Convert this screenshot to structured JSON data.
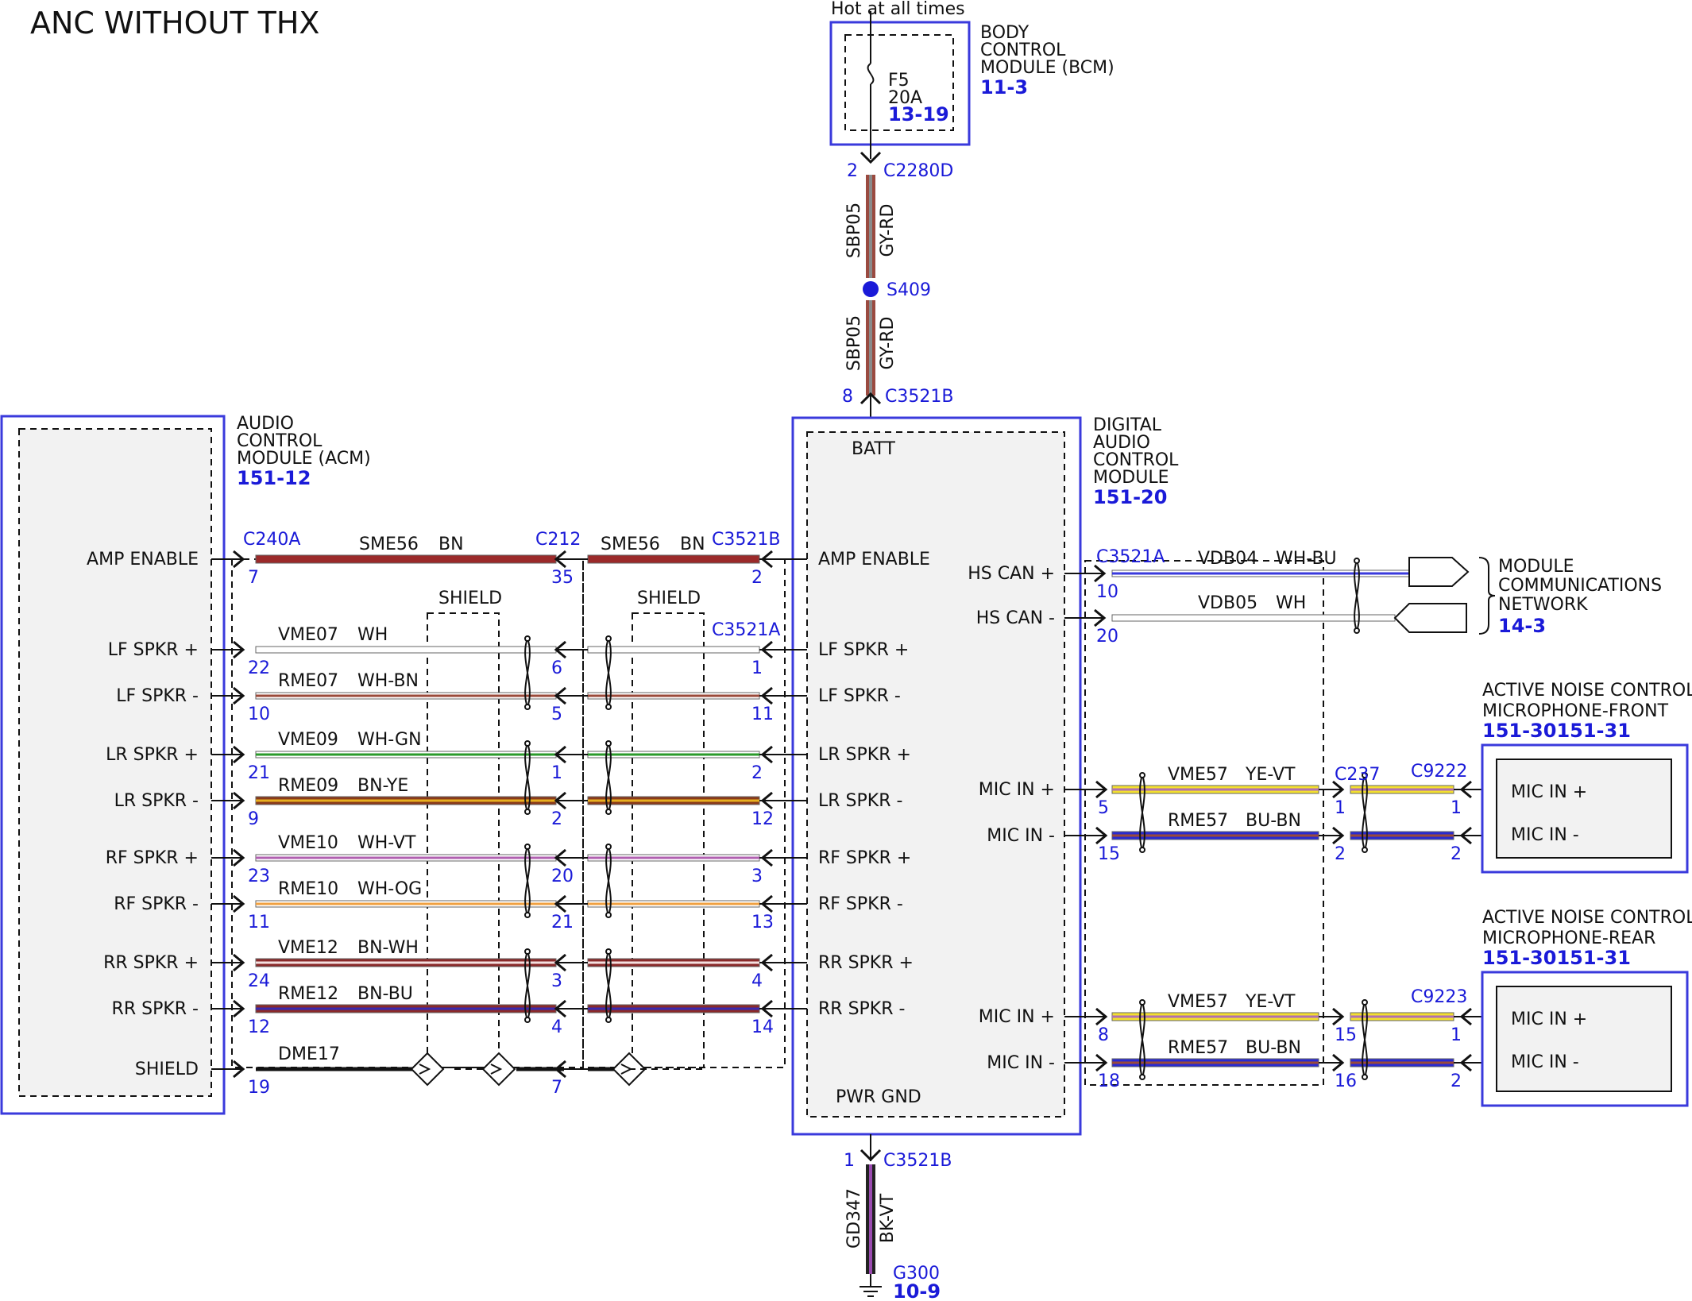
{
  "title": "ANC WITHOUT THX",
  "modules": {
    "bcm": {
      "name_lines": [
        "BODY",
        "CONTROL",
        "MODULE (BCM)"
      ],
      "ref": "11-3",
      "hot_label": "Hot at all times",
      "fuse_id": "F5",
      "fuse_amp": "20A",
      "fuse_ref": "13-19"
    },
    "acm": {
      "name_lines": [
        "AUDIO",
        "CONTROL",
        "MODULE (ACM)"
      ],
      "ref": "151-12"
    },
    "dacm": {
      "name_lines": [
        "DIGITAL",
        "AUDIO",
        "CONTROL",
        "MODULE"
      ],
      "ref": "151-20",
      "batt_label": "BATT",
      "pwr_gnd_label": "PWR GND"
    },
    "mcn": {
      "name_lines": [
        "MODULE",
        "COMMUNICATIONS",
        "NETWORK"
      ],
      "ref": "14-3"
    },
    "mic_front": {
      "name_lines": [
        "ACTIVE NOISE CONTROL",
        "MICROPHONE-FRONT"
      ],
      "ref": "151-30151-31",
      "connector": "C9222",
      "pins": [
        "MIC IN +",
        "MIC IN -"
      ],
      "pin_nums": [
        "1",
        "2"
      ]
    },
    "mic_rear": {
      "name_lines": [
        "ACTIVE NOISE CONTROL",
        "MICROPHONE-REAR"
      ],
      "ref": "151-30151-31",
      "connector": "C9223",
      "pins": [
        "MIC IN +",
        "MIC IN -"
      ],
      "pin_nums": [
        "1",
        "2"
      ]
    }
  },
  "power": {
    "conn_top": "C2280D",
    "conn_top_pin": "2",
    "circuit": "SBP05",
    "color": "GY-RD",
    "splice": "S409",
    "conn_bottom": "C3521B",
    "conn_bottom_pin": "8"
  },
  "ground": {
    "conn": "C3521B",
    "pin": "1",
    "circuit": "GD347",
    "color": "BK-VT",
    "ground_id": "G300",
    "ground_ref": "10-9"
  },
  "acm_connector": "C240A",
  "inline_connector": "C212",
  "dacm_connector_b": "C3521B",
  "dacm_connector_a": "C3521A",
  "shield_label": "SHIELD",
  "speaker_rows": [
    {
      "label": "AMP ENABLE",
      "circuit": "SME56",
      "color": "BN",
      "circuit2": "SME56",
      "color2": "BN",
      "acm_pin": "7",
      "c212_pin": "35",
      "dacm_pin": "2",
      "dacm_label": "AMP ENABLE",
      "wire": [
        "#9b2a2a"
      ]
    },
    {
      "label": "LF SPKR +",
      "circuit": "VME07",
      "color": "WH",
      "acm_pin": "22",
      "c212_pin": "6",
      "dacm_pin": "1",
      "dacm_label": "LF SPKR +",
      "wire": [
        "#ffffff"
      ]
    },
    {
      "label": "LF SPKR -",
      "circuit": "RME07",
      "color": "WH-BN",
      "acm_pin": "10",
      "c212_pin": "5",
      "dacm_pin": "11",
      "dacm_label": "LF SPKR -",
      "wire": [
        "#ffffff",
        "#9b4a3a"
      ]
    },
    {
      "label": "LR SPKR +",
      "circuit": "VME09",
      "color": "WH-GN",
      "acm_pin": "21",
      "c212_pin": "1",
      "dacm_pin": "2",
      "dacm_label": "LR SPKR +",
      "wire": [
        "#ffffff",
        "#2a9a2a"
      ]
    },
    {
      "label": "LR SPKR -",
      "circuit": "RME09",
      "color": "BN-YE",
      "acm_pin": "9",
      "c212_pin": "2",
      "dacm_pin": "12",
      "dacm_label": "LR SPKR -",
      "wire": [
        "#8a3a1a",
        "#e8b020"
      ]
    },
    {
      "label": "RF SPKR +",
      "circuit": "VME10",
      "color": "WH-VT",
      "acm_pin": "23",
      "c212_pin": "20",
      "dacm_pin": "3",
      "dacm_label": "RF SPKR +",
      "wire": [
        "#ffffff",
        "#b060b0"
      ]
    },
    {
      "label": "RF SPKR -",
      "circuit": "RME10",
      "color": "WH-OG",
      "acm_pin": "11",
      "c212_pin": "21",
      "dacm_pin": "13",
      "dacm_label": "RF SPKR -",
      "wire": [
        "#ffffff",
        "#f0a040"
      ]
    },
    {
      "label": "RR SPKR +",
      "circuit": "VME12",
      "color": "BN-WH",
      "acm_pin": "24",
      "c212_pin": "3",
      "dacm_pin": "4",
      "dacm_label": "RR SPKR +",
      "wire": [
        "#8a2a2a",
        "#f4e0e0"
      ]
    },
    {
      "label": "RR SPKR -",
      "circuit": "RME12",
      "color": "BN-BU",
      "acm_pin": "12",
      "c212_pin": "4",
      "dacm_pin": "14",
      "dacm_label": "RR SPKR -",
      "wire": [
        "#8a2a2a",
        "#3a2ab0"
      ]
    },
    {
      "label": "SHIELD",
      "circuit": "DME17",
      "color": "",
      "acm_pin": "19",
      "c212_pin": "7",
      "dacm_pin": "",
      "dacm_label": "",
      "wire": [
        "#111111"
      ]
    }
  ],
  "can": [
    {
      "label": "HS CAN +",
      "pin": "10",
      "circuit": "VDB04",
      "color": "WH-BU"
    },
    {
      "label": "HS CAN -",
      "pin": "20",
      "circuit": "VDB05",
      "color": "WH"
    }
  ],
  "mic_runs": {
    "front": {
      "connector_mid": "C237",
      "rows": [
        {
          "label": "MIC IN +",
          "dacm_pin": "5",
          "circuit": "VME57",
          "color": "YE-VT",
          "mid_pin": "1",
          "end_pin": "1"
        },
        {
          "label": "MIC IN -",
          "dacm_pin": "15",
          "circuit": "RME57",
          "color": "BU-BN",
          "mid_pin": "2",
          "end_pin": "2"
        }
      ]
    },
    "rear": {
      "rows": [
        {
          "label": "MIC IN +",
          "dacm_pin": "8",
          "circuit": "VME57",
          "color": "YE-VT",
          "mid_pin": "15",
          "end_pin": "1"
        },
        {
          "label": "MIC IN -",
          "dacm_pin": "18",
          "circuit": "RME57",
          "color": "BU-BN",
          "mid_pin": "16",
          "end_pin": "2"
        }
      ]
    }
  },
  "colors": {
    "module_border": "#3a3adc",
    "pin_text": "#1a1ad8",
    "splice": "#1a1ad8"
  }
}
